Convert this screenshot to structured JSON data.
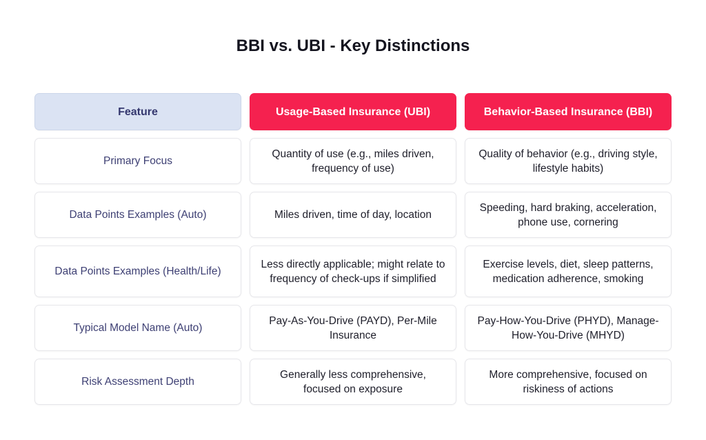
{
  "title": "BBI vs. UBI - Key Distinctions",
  "colors": {
    "accent": "#f5214f",
    "feature_header_bg": "#dbe3f3",
    "feature_text": "#3d3f73"
  },
  "table": {
    "headers": [
      "Feature",
      "Usage-Based Insurance (UBI)",
      "Behavior-Based Insurance (BBI)"
    ],
    "rows": [
      [
        "Primary Focus",
        "Quantity of use (e.g., miles driven, frequency of use)",
        "Quality of behavior (e.g., driving style, lifestyle habits)"
      ],
      [
        "Data Points Examples (Auto)",
        "Miles driven, time of day, location",
        "Speeding, hard braking, acceleration, phone use, cornering"
      ],
      [
        "Data Points Examples (Health/Life)",
        "Less directly applicable; might relate to frequency of check-ups if simplified",
        "Exercise levels, diet, sleep patterns, medication adherence, smoking"
      ],
      [
        "Typical Model Name (Auto)",
        "Pay-As-You-Drive (PAYD), Per-Mile Insurance",
        "Pay-How-You-Drive (PHYD), Manage-How-You-Drive (MHYD)"
      ],
      [
        "Risk Assessment Depth",
        "Generally less comprehensive, focused on exposure",
        "More comprehensive, focused on riskiness of actions"
      ]
    ]
  }
}
